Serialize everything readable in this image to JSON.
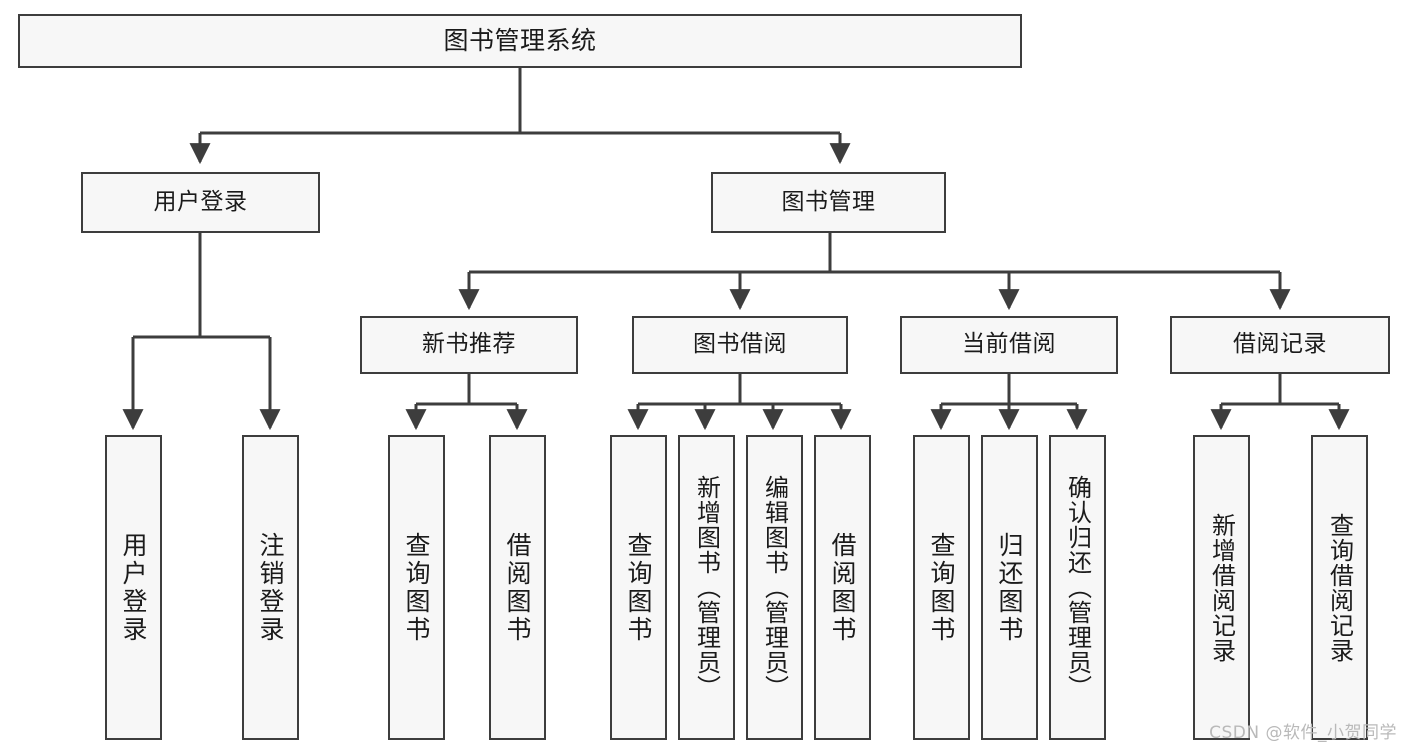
{
  "diagram": {
    "title": "图书管理系统",
    "type": "tree",
    "background_color": "#ffffff",
    "node_fill": "#f7f7f7",
    "node_border": "#3d3d3d",
    "edge_color": "#3d3d3d",
    "root": {
      "label": "图书管理系统"
    },
    "level1": [
      {
        "label": "用户登录"
      },
      {
        "label": "图书管理"
      }
    ],
    "level2": [
      {
        "label": "新书推荐"
      },
      {
        "label": "图书借阅"
      },
      {
        "label": "当前借阅"
      },
      {
        "label": "借阅记录"
      }
    ],
    "leaves": {
      "user_login": [
        {
          "label": "用户登录"
        },
        {
          "label": "注销登录"
        }
      ],
      "new_book": [
        {
          "label": "查询图书"
        },
        {
          "label": "借阅图书"
        }
      ],
      "book_borrow": [
        {
          "label": "查询图书"
        },
        {
          "label": "新增图书（管理员）"
        },
        {
          "label": "编辑图书（管理员）"
        },
        {
          "label": "借阅图书"
        }
      ],
      "current_borrow": [
        {
          "label": "查询图书"
        },
        {
          "label": "归还图书"
        },
        {
          "label": "确认归还（管理员）"
        }
      ],
      "borrow_record": [
        {
          "label": "新增借阅记录"
        },
        {
          "label": "查询借阅记录"
        }
      ]
    }
  },
  "watermark": {
    "text": "CSDN @软件_小贺同学"
  }
}
